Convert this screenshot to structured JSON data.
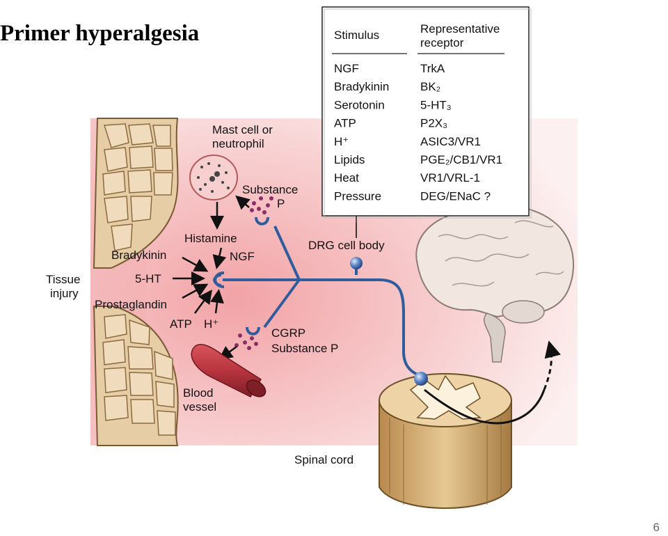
{
  "title": "Primer hyperalgesia",
  "page_number": "6",
  "table": {
    "headers": [
      "Stimulus",
      "Representative receptor"
    ],
    "rows": [
      [
        "NGF",
        "TrkA"
      ],
      [
        "Bradykinin",
        "BK₂"
      ],
      [
        "Serotonin",
        "5-HT₃"
      ],
      [
        "ATP",
        "P2X₃"
      ],
      [
        "H⁺",
        "ASIC3/VR1"
      ],
      [
        "Lipids",
        "PGE₂/CB1/VR1"
      ],
      [
        "Heat",
        "VR1/VRL-1"
      ],
      [
        "Pressure",
        "DEG/ENaC ?"
      ]
    ]
  },
  "labels": {
    "mast_cell_1": "Mast cell or",
    "mast_cell_2": "neutrophil",
    "substance_1": "Substance",
    "substance_2": "P",
    "histamine": "Histamine",
    "bradykinin": "Bradykinin",
    "ngf": "NGF",
    "tissue_1": "Tissue",
    "tissue_2": "injury",
    "five_ht": "5-HT",
    "prostaglandin": "Prostaglandin",
    "atp": "ATP",
    "h_plus": "H⁺",
    "cgrp_1": "CGRP",
    "cgrp_2": "Substance P",
    "blood_1": "Blood",
    "blood_2": "vessel",
    "drg": "DRG cell body",
    "spinal_cord": "Spinal cord"
  },
  "colors": {
    "background_tint": "#f6c3c4",
    "nerve": "#2f5d9c",
    "blood_vessel": "#b8343e",
    "tissue": "#e4c9a0",
    "granules": "#8a2e6a"
  }
}
